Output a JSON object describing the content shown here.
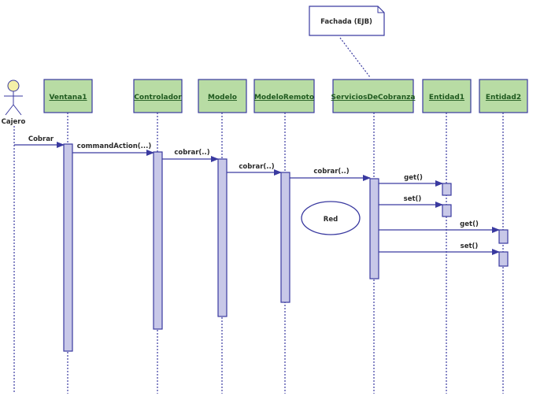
{
  "diagram": {
    "type": "uml-sequence",
    "colors": {
      "object_fill": "#b8dca4",
      "object_border": "#3a3aa0",
      "lifeline": "#3a3aa0",
      "activation_fill": "#c8c8e8",
      "message_line": "#3a3aa0",
      "actor_head": "#f4f0a8"
    },
    "actor": {
      "id": "cajero",
      "label": "Cajero"
    },
    "objects": [
      {
        "id": "ventana1",
        "label": "Ventana1"
      },
      {
        "id": "controlador",
        "label": "Controlador"
      },
      {
        "id": "modelo",
        "label": "Modelo"
      },
      {
        "id": "modeloremoto",
        "label": "ModeloRemoto"
      },
      {
        "id": "servicios",
        "label": "ServiciosDeCobranza"
      },
      {
        "id": "entidad1",
        "label": "Entidad1"
      },
      {
        "id": "entidad2",
        "label": "Entidad2"
      }
    ],
    "messages": [
      {
        "from": "cajero",
        "to": "ventana1",
        "label": "Cobrar"
      },
      {
        "from": "ventana1",
        "to": "controlador",
        "label": "commandAction(...)"
      },
      {
        "from": "controlador",
        "to": "modelo",
        "label": "cobrar(..)"
      },
      {
        "from": "modelo",
        "to": "modeloremoto",
        "label": "cobrar(..)"
      },
      {
        "from": "modeloremoto",
        "to": "servicios",
        "label": "cobrar(..)"
      },
      {
        "from": "servicios",
        "to": "entidad1",
        "label": "get()"
      },
      {
        "from": "servicios",
        "to": "entidad1",
        "label": "set()"
      },
      {
        "from": "servicios",
        "to": "entidad2",
        "label": "get()"
      },
      {
        "from": "servicios",
        "to": "entidad2",
        "label": "set()"
      }
    ],
    "note": {
      "label": "Fachada (EJB)",
      "attached_to": "servicios"
    },
    "ellipse": {
      "label": "Red"
    }
  }
}
